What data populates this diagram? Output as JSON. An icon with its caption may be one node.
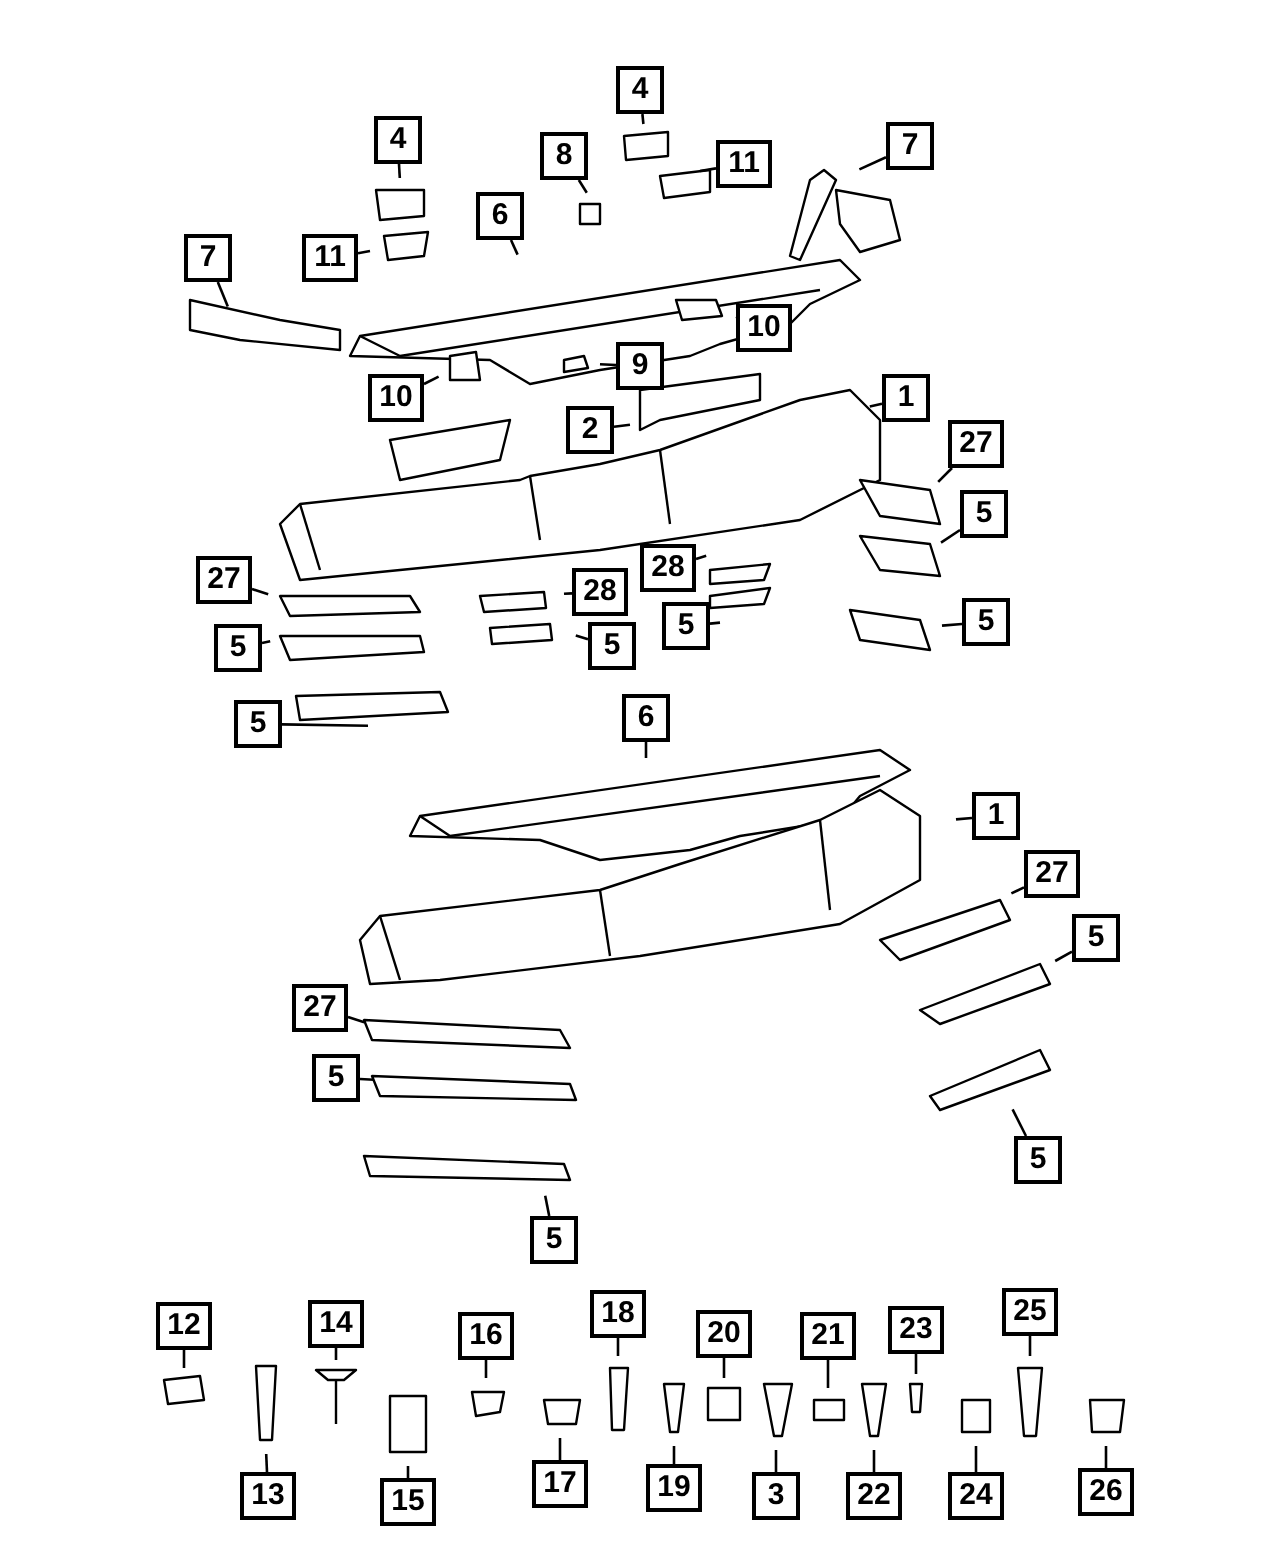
{
  "diagram": {
    "nodes": [
      {
        "text": [
          "4"
        ]
      },
      {
        "text": [
          "4"
        ]
      },
      {
        "text": [
          "8"
        ]
      },
      {
        "text": [
          "11"
        ]
      },
      {
        "text": [
          "7"
        ]
      },
      {
        "text": [
          "11"
        ]
      },
      {
        "text": [
          "6"
        ]
      },
      {
        "text": [
          "7"
        ]
      },
      {
        "text": [
          "10"
        ]
      },
      {
        "text": [
          "10"
        ]
      },
      {
        "text": [
          "9"
        ]
      },
      {
        "text": [
          "2"
        ]
      },
      {
        "text": [
          "1"
        ]
      },
      {
        "text": [
          "27"
        ]
      },
      {
        "text": [
          "5"
        ]
      },
      {
        "text": [
          "27"
        ]
      },
      {
        "text": [
          "28"
        ]
      },
      {
        "text": [
          "28"
        ]
      },
      {
        "text": [
          "5"
        ]
      },
      {
        "text": [
          "5"
        ]
      },
      {
        "text": [
          "5"
        ]
      },
      {
        "text": [
          "5"
        ]
      },
      {
        "text": [
          "5"
        ]
      },
      {
        "text": [
          "6"
        ]
      },
      {
        "text": [
          "1"
        ]
      },
      {
        "text": [
          "27"
        ]
      },
      {
        "text": [
          "5"
        ]
      },
      {
        "text": [
          "27"
        ]
      },
      {
        "text": [
          "5"
        ]
      },
      {
        "text": [
          "5"
        ]
      },
      {
        "text": [
          "5"
        ]
      },
      {
        "text": [
          "12"
        ]
      },
      {
        "text": [
          "14"
        ]
      },
      {
        "text": [
          "16"
        ]
      },
      {
        "text": [
          "18"
        ]
      },
      {
        "text": [
          "20"
        ]
      },
      {
        "text": [
          "21"
        ]
      },
      {
        "text": [
          "23"
        ]
      },
      {
        "text": [
          "25"
        ]
      },
      {
        "text": [
          "13"
        ]
      },
      {
        "text": [
          "15"
        ]
      },
      {
        "text": [
          "17"
        ]
      },
      {
        "text": [
          "19"
        ]
      },
      {
        "text": [
          "3"
        ]
      },
      {
        "text": [
          "22"
        ]
      },
      {
        "text": [
          "24"
        ]
      },
      {
        "text": [
          "26"
        ]
      }
    ],
    "edges": [
      {
        "from": 0,
        "to": null,
        "arrow": "none"
      },
      {
        "from": 1,
        "to": null,
        "arrow": "none"
      },
      {
        "from": 2,
        "to": null,
        "arrow": "none"
      },
      {
        "from": 3,
        "to": null,
        "arrow": "none"
      },
      {
        "from": 4,
        "to": null,
        "arrow": "none"
      },
      {
        "from": 5,
        "to": null,
        "arrow": "none"
      },
      {
        "from": 6,
        "to": null,
        "arrow": "none"
      },
      {
        "from": 7,
        "to": null,
        "arrow": "none"
      },
      {
        "from": 8,
        "to": null,
        "arrow": "none"
      },
      {
        "from": 9,
        "to": null,
        "arrow": "none"
      },
      {
        "from": 10,
        "to": null,
        "arrow": "none"
      },
      {
        "from": 11,
        "to": null,
        "arrow": "none"
      },
      {
        "from": 12,
        "to": null,
        "arrow": "none"
      },
      {
        "from": 13,
        "to": null,
        "arrow": "none"
      },
      {
        "from": 14,
        "to": null,
        "arrow": "none"
      },
      {
        "from": 15,
        "to": null,
        "arrow": "none"
      },
      {
        "from": 16,
        "to": null,
        "arrow": "none"
      },
      {
        "from": 17,
        "to": null,
        "arrow": "none"
      },
      {
        "from": 18,
        "to": null,
        "arrow": "none"
      },
      {
        "from": 19,
        "to": null,
        "arrow": "none"
      },
      {
        "from": 20,
        "to": null,
        "arrow": "none"
      },
      {
        "from": 21,
        "to": null,
        "arrow": "none"
      },
      {
        "from": 22,
        "to": null,
        "arrow": "none"
      },
      {
        "from": 23,
        "to": null,
        "arrow": "none"
      },
      {
        "from": 24,
        "to": null,
        "arrow": "none"
      },
      {
        "from": 25,
        "to": null,
        "arrow": "none"
      },
      {
        "from": 26,
        "to": null,
        "arrow": "none"
      },
      {
        "from": 27,
        "to": null,
        "arrow": "none"
      },
      {
        "from": 28,
        "to": null,
        "arrow": "none"
      },
      {
        "from": 29,
        "to": null,
        "arrow": "none"
      },
      {
        "from": 30,
        "to": null,
        "arrow": "none"
      },
      {
        "from": 31,
        "to": null,
        "arrow": "none"
      },
      {
        "from": 32,
        "to": null,
        "arrow": "none"
      },
      {
        "from": 33,
        "to": null,
        "arrow": "none"
      },
      {
        "from": 34,
        "to": null,
        "arrow": "none"
      },
      {
        "from": 35,
        "to": null,
        "arrow": "none"
      },
      {
        "from": 36,
        "to": null,
        "arrow": "none"
      },
      {
        "from": 37,
        "to": null,
        "arrow": "none"
      },
      {
        "from": 38,
        "to": null,
        "arrow": "none"
      },
      {
        "from": 39,
        "to": null,
        "arrow": "none"
      },
      {
        "from": 40,
        "to": null,
        "arrow": "none"
      },
      {
        "from": 41,
        "to": null,
        "arrow": "none"
      },
      {
        "from": 42,
        "to": null,
        "arrow": "none"
      },
      {
        "from": 43,
        "to": null,
        "arrow": "none"
      },
      {
        "from": 44,
        "to": null,
        "arrow": "none"
      },
      {
        "from": 45,
        "to": null,
        "arrow": "none"
      },
      {
        "from": 46,
        "to": null,
        "arrow": "none"
      }
    ]
  }
}
